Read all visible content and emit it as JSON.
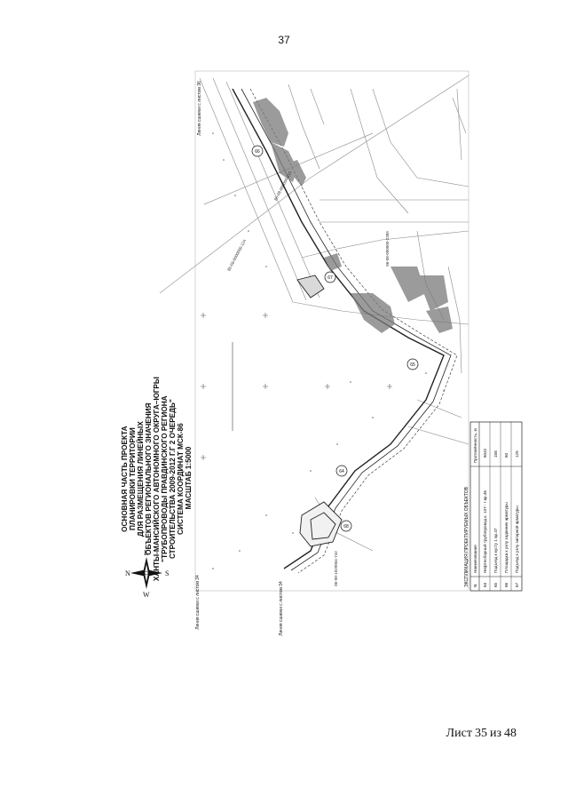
{
  "page_number": "37",
  "sheet": {
    "prefix": "Лист",
    "current": "35",
    "separator": "из",
    "total": "48"
  },
  "title_lines": [
    "ОСНОВНАЯ ЧАСТЬ ПРОЕКТА",
    "ПЛАНИРОВКИ ТЕРРИТОРИИ",
    "ДЛЯ РАЗМЕЩЕНИЯ ЛИНЕЙНЫХ",
    "ОБЪЕКТОВ РЕГИОНАЛЬНОГО ЗНАЧЕНИЯ",
    "ХАНТЫ-МАНСИЙСКОГО АВТОНОМНОГО ОКРУГА–ЮГРЫ",
    "\"ТРУБОПРОВОДЫ ПРАВДИНСКОГО РЕГИОНА",
    "СТРОИТЕЛЬСТВА 2009-2012 Г.Г 2 ОЧЕРЕДЬ\"",
    "СИСТЕМА КООРДИНАТ МСК-86",
    "МАСШТАБ 1:5000"
  ],
  "compass": {
    "N": "N",
    "E": "E",
    "S": "S",
    "W": "W"
  },
  "match_lines": {
    "top": "Линия сшивки с листом 36",
    "bottom_a": "Линия сшивки с листом 34",
    "bottom_b": "Линия сшивки с листом 34"
  },
  "coordinates": {
    "c1": "86-08-1029864-742",
    "c2": "86-08-000000-2389",
    "c3": "86-08-0000000-124",
    "c4": "86-08-000000-115"
  },
  "circle_labels": [
    "64",
    "65",
    "66",
    "67",
    "68"
  ],
  "legend": {
    "title": "ЭКСПЛИКАЦИЯ ПРОЕКТИРУЕМЫХ ОБЪЕКТОВ",
    "headers": {
      "num": "N",
      "name": "Наименование",
      "length": "Протяжённость, м"
    },
    "rows": [
      {
        "num": "63",
        "name": "Нефтесборный трубопровод к. 137 - т.вр.46",
        "length": "6042"
      },
      {
        "num": "65",
        "name": "Подъезд к кусту 1 вр.47",
        "length": "158"
      },
      {
        "num": "66",
        "name": "Площадка к узлу задвижек арматуры",
        "length": "60"
      },
      {
        "num": "67",
        "name": "Подъезд к узлу запорной арматуры",
        "length": "125"
      }
    ]
  }
}
